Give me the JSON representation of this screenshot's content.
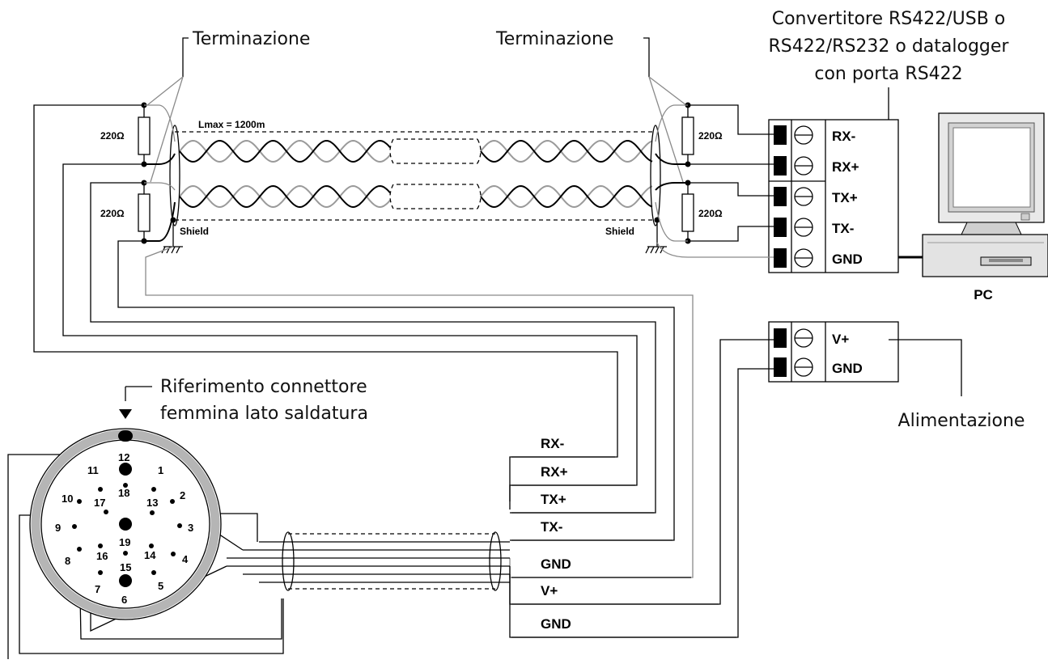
{
  "labels": {
    "termination_left": "Terminazione",
    "termination_right": "Terminazione",
    "converter_line1": "Convertitore RS422/USB o",
    "converter_line2": "RS422/RS232 o datalogger",
    "converter_line3": "con porta RS422",
    "cable_length": "Lmax = 1200m",
    "shield_left": "Shield",
    "shield_right": "Shield",
    "pc": "PC",
    "power_supply": "Alimentazione",
    "connector_ref_line1": "Riferimento connettore",
    "connector_ref_line2": "femmina lato saldatura"
  },
  "resistors": [
    "220Ω",
    "220Ω",
    "220Ω",
    "220Ω"
  ],
  "converter_terminals": [
    "RX-",
    "RX+",
    "TX+",
    "TX-",
    "GND"
  ],
  "power_terminals": [
    "V+",
    "GND"
  ],
  "cable_signals": [
    "RX-",
    "RX+",
    "TX+",
    "TX-",
    "GND",
    "V+",
    "GND"
  ],
  "connector_pins": [
    "1",
    "2",
    "3",
    "4",
    "5",
    "6",
    "7",
    "8",
    "9",
    "10",
    "11",
    "12",
    "13",
    "14",
    "15",
    "16",
    "17",
    "18",
    "19"
  ]
}
